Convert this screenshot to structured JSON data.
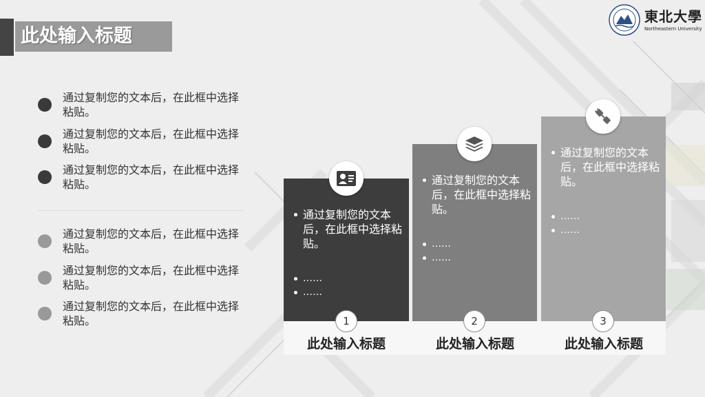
{
  "slide": {
    "title": "此处输入标题"
  },
  "logo": {
    "name_cn": "東北大學",
    "name_en": "Northeastern University"
  },
  "left_list": {
    "group1": [
      "通过复制您的文本后，在此框中选择粘贴。",
      "通过复制您的文本后，在此框中选择粘贴。",
      "通过复制您的文本后，在此框中选择粘贴。"
    ],
    "group2": [
      "通过复制您的文本后，在此框中选择粘贴。",
      "通过复制您的文本后，在此框中选择粘贴。",
      "通过复制您的文本后，在此框中选择粘贴。"
    ]
  },
  "steps": [
    {
      "number": "1",
      "title": "此处输入标题",
      "icon": "user-card-icon",
      "text": "通过复制您的文本后，在此框中选择粘贴。",
      "bullets": [
        "……",
        "……"
      ]
    },
    {
      "number": "2",
      "title": "此处输入标题",
      "icon": "layers-icon",
      "text": "通过复制您的文本后，在此框中选择粘贴。",
      "bullets": [
        "……",
        "……"
      ]
    },
    {
      "number": "3",
      "title": "此处输入标题",
      "icon": "plug-connect-icon",
      "text": "通过复制您的文本后，在此框中选择粘贴。",
      "bullets": [
        "……",
        "……"
      ]
    }
  ],
  "colors": {
    "card1": "#3d3d3d",
    "card2": "#7f7f7f",
    "card3": "#a6a6a6",
    "background": "#ededed"
  }
}
